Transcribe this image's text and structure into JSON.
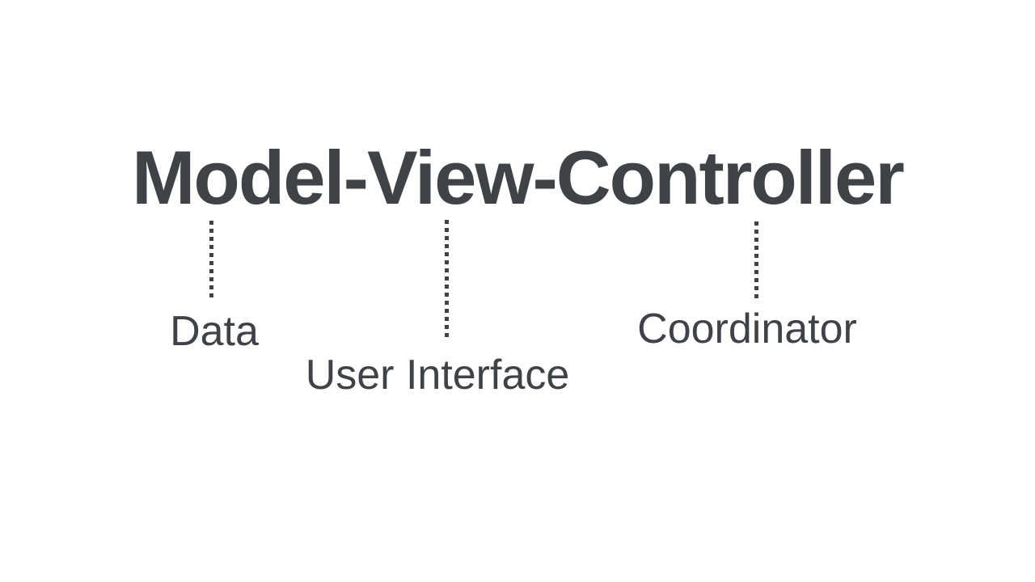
{
  "diagram": {
    "title": "Model-View-Controller",
    "annotations": [
      {
        "id": "model",
        "title_part": "Model",
        "label": "Data"
      },
      {
        "id": "view",
        "title_part": "View",
        "label": "User Interface"
      },
      {
        "id": "controller",
        "title_part": "Controller",
        "label": "Coordinator"
      }
    ],
    "connector_style": "vertical-dotted-line",
    "colors": {
      "ink": "#3f4347",
      "background": "#ffffff"
    }
  }
}
